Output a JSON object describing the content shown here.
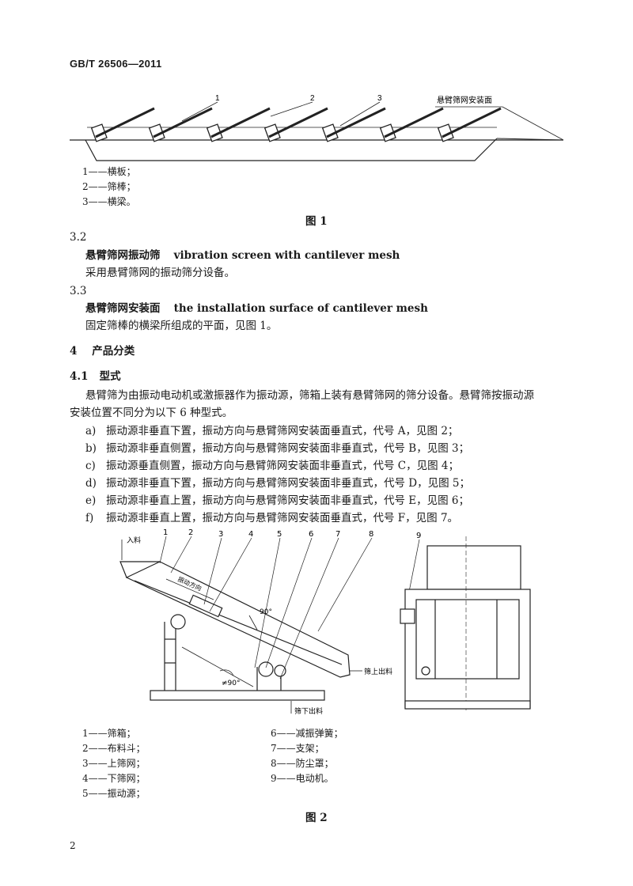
{
  "header": {
    "standard": "GB/T 26506—2011"
  },
  "figure1": {
    "callouts": [
      "1",
      "2",
      "3"
    ],
    "install_label": "悬臂筛网安装面",
    "legend": [
      "1——横板；",
      "2——筛棒；",
      "3——横梁。"
    ],
    "caption": "图 1"
  },
  "sec_3_2": {
    "num": "3.2",
    "term_cn": "悬臂筛网振动筛",
    "term_en": "vibration screen with cantilever mesh",
    "def": "采用悬臂筛网的振动筛分设备。"
  },
  "sec_3_3": {
    "num": "3.3",
    "term_cn": "悬臂筛网安装面",
    "term_en": "the installation surface of cantilever mesh",
    "def": "固定筛棒的横梁所组成的平面，见图 1。"
  },
  "sec_4": {
    "num": "4",
    "title": "产品分类"
  },
  "sec_4_1": {
    "num": "4.1",
    "title": "型式",
    "para_line1": "悬臂筛为由振动电动机或激振器作为振动源，筛箱上装有悬臂筛网的筛分设备。悬臂筛按振动源",
    "para_line2": "安装位置不同分为以下 6 种型式。",
    "items": [
      {
        "tag": "a)",
        "text": "振动源非垂直下置，振动方向与悬臂筛网安装面垂直式，代号 A，见图 2；"
      },
      {
        "tag": "b)",
        "text": "振动源非垂直侧置，振动方向与悬臂筛网安装面非垂直式，代号 B，见图 3；"
      },
      {
        "tag": "c)",
        "text": "振动源垂直侧置，振动方向与悬臂筛网安装面非垂直式，代号 C，见图 4；"
      },
      {
        "tag": "d)",
        "text": "振动源非垂直下置，振动方向与悬臂筛网安装面非垂直式，代号 D，见图 5；"
      },
      {
        "tag": "e)",
        "text": "振动源非垂直上置，振动方向与悬臂筛网安装面非垂直式，代号 E，见图 6；"
      },
      {
        "tag": "f)",
        "text": "振动源非垂直上置，振动方向与悬臂筛网安装面垂直式，代号 F，见图 7。"
      }
    ]
  },
  "figure2": {
    "callouts": [
      "1",
      "2",
      "3",
      "4",
      "5",
      "6",
      "7",
      "8",
      "9"
    ],
    "inlet": "入料",
    "vib_dir": "振动方向",
    "angle_90": "90°",
    "angle_ne90": "≠90°",
    "over_outlet": "筛上出料",
    "under_outlet": "筛下出料",
    "legend_left": [
      "1——筛箱；",
      "2——布料斗；",
      "3——上筛网；",
      "4——下筛网；",
      "5——振动源；"
    ],
    "legend_right": [
      "6——减振弹簧；",
      "7——支架；",
      "8——防尘罩；",
      "9——电动机。"
    ],
    "caption": "图 2"
  },
  "page_number": "2"
}
